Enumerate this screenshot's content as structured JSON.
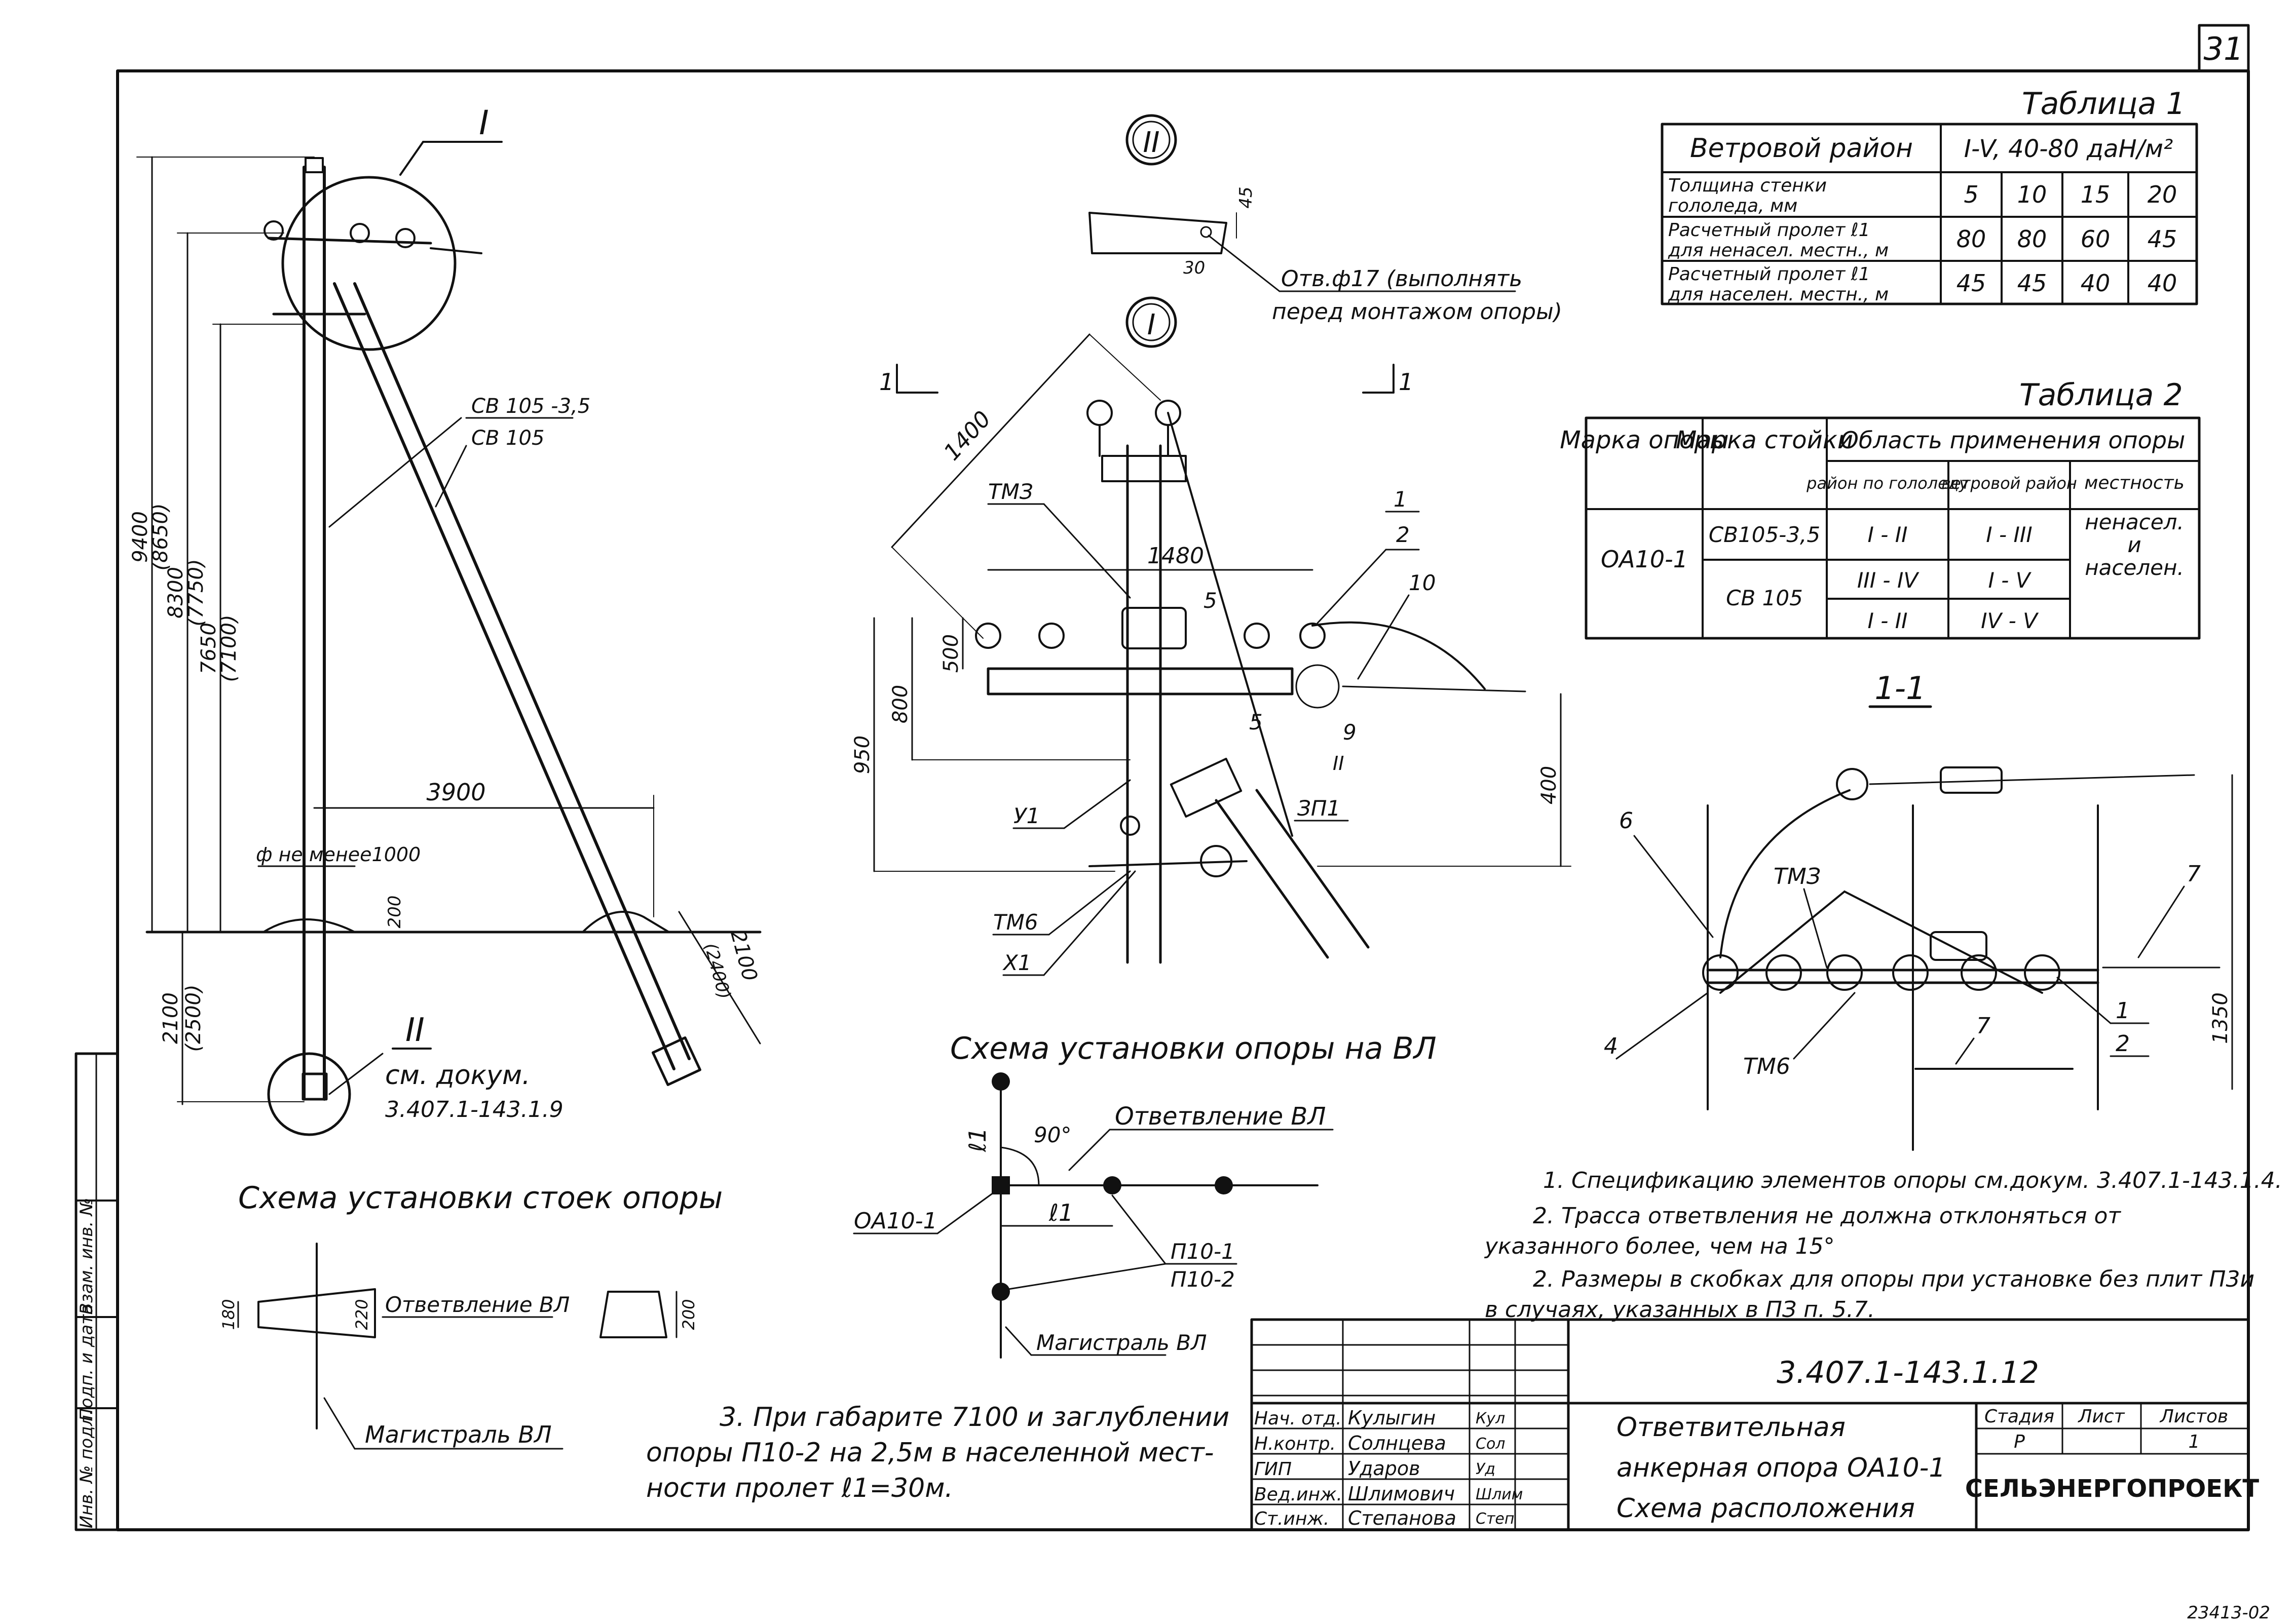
{
  "sheet": {
    "page_number": "31",
    "doc_code": "3.407.1-143.1.12",
    "corner_code": "23413-02"
  },
  "left_view": {
    "view_marks": [
      "I",
      "II"
    ],
    "strut_labels": [
      "СВ 105 -3,5",
      "СВ 105"
    ],
    "dims_vertical": [
      "9400",
      "(8650)",
      "8300",
      "(7750)",
      "7650",
      "(7100)",
      "2100",
      "(2500)"
    ],
    "dim_3900": "3900",
    "dim_hole": "ф не менее1000",
    "dim_200": "200",
    "dim_2100": "2100",
    "dim_2400": "(2400)",
    "ref_label": "см. докум.",
    "ref_doc": "3.407.1-143.1.9"
  },
  "center_view": {
    "mark_II": "II",
    "mark_I": "I",
    "dim_45": "45",
    "dim_30": "30",
    "hole_note": [
      "Отв.ф17 (выполнять",
      "перед монтажом опоры)"
    ],
    "section_marks": [
      "1",
      "1"
    ],
    "dim_1400": "1400",
    "dim_1480": "1480",
    "dims": [
      "500",
      "800",
      "950",
      "400"
    ],
    "part_labels": [
      "ТМЗ",
      "5",
      "5",
      "1",
      "2",
      "10",
      "9",
      "II",
      "ЗП1",
      "У1",
      "ТМ6",
      "Х1"
    ]
  },
  "table1": {
    "title": "Таблица 1",
    "header_left": "Ветровой район",
    "header_right": "I-V, 40-80 даН/м²",
    "rows": [
      {
        "label": [
          "Толщина стенки",
          "гололеда, мм"
        ],
        "values": [
          "5",
          "10",
          "15",
          "20"
        ]
      },
      {
        "label": [
          "Расчетный пролет ℓ1",
          "для ненасел. местн., м"
        ],
        "values": [
          "80",
          "80",
          "60",
          "45"
        ]
      },
      {
        "label": [
          "Расчетный пролет ℓ1",
          "для населен. местн., м"
        ],
        "values": [
          "45",
          "45",
          "40",
          "40"
        ]
      }
    ]
  },
  "table2": {
    "title": "Таблица 2",
    "headers": [
      "Марка опоры",
      "Марка стойки",
      "Область применения опоры"
    ],
    "subheaders": [
      "район по гололеду",
      "ветровой район",
      "местность"
    ],
    "mark": "ОА10-1",
    "rows": [
      {
        "stand": "СВ105-3,5",
        "ice": "I - II",
        "wind": "I - III"
      },
      {
        "stand": "СВ 105",
        "ice": "III - IV",
        "wind": "I - V"
      },
      {
        "stand": "",
        "ice": "I - II",
        "wind": "IV - V"
      }
    ],
    "terrain": [
      "ненасел.",
      "и",
      "населен."
    ]
  },
  "section_view": {
    "title": "1-1",
    "labels": [
      "6",
      "ТМЗ",
      "7",
      "4",
      "ТМ6",
      "7",
      "1",
      "2"
    ],
    "dim_1350": "1350"
  },
  "scheme_vl": {
    "title": "Схема установки опоры на ВЛ",
    "branch": "Ответвление ВЛ",
    "angle": "90°",
    "l1": "ℓ1",
    "support": "ОА10-1",
    "p_labels": [
      "П10-1",
      "П10-2"
    ],
    "main_line": "Магистраль ВЛ"
  },
  "scheme_stands": {
    "title": "Схема установки стоек опоры",
    "branch": "Ответвление ВЛ",
    "main_line": "Магистраль ВЛ",
    "dims": [
      "180",
      "220",
      "200"
    ]
  },
  "notes": {
    "n1": "1. Спецификацию элементов опоры см.докум. 3.407.1-143.1.4.",
    "n2a": "2. Трасса ответвления не должна отклоняться от",
    "n2b": "указанного более, чем на 15°",
    "n2c": "2. Размеры в скобках для опоры при установке без плит П3и",
    "n2d": "в случаях, указанных в ПЗ п. 5.7.",
    "n3": [
      "3. При габарите 7100 и заглублении",
      "опоры П10-2 на 2,5м в населенной мест-",
      "ности пролет ℓ1=30м."
    ]
  },
  "title_block": {
    "roles": [
      "Нач. отд.",
      "Н.контр.",
      "ГИП",
      "Вед.инж.",
      "Ст.инж."
    ],
    "names": [
      "Кулыгин",
      "Солнцева",
      "Ударов",
      "Шлимович",
      "Степанова"
    ],
    "signatures": [
      "Кул",
      "Сол",
      "Уд",
      "Шлим",
      "Степ"
    ],
    "title_lines": [
      "Ответвительная",
      "анкерная опора ОА10-1",
      "Схема расположения"
    ],
    "stage_label": "Стадия",
    "sheet_label": "Лист",
    "sheets_label": "Листов",
    "stage": "Р",
    "sheet": "",
    "sheets": "1",
    "org": "СЕЛЬЭНЕРГОПРОЕКТ"
  },
  "side_stamp": [
    "Инв. № подл.",
    "Подп. и дата",
    "Взам. инв. №"
  ]
}
